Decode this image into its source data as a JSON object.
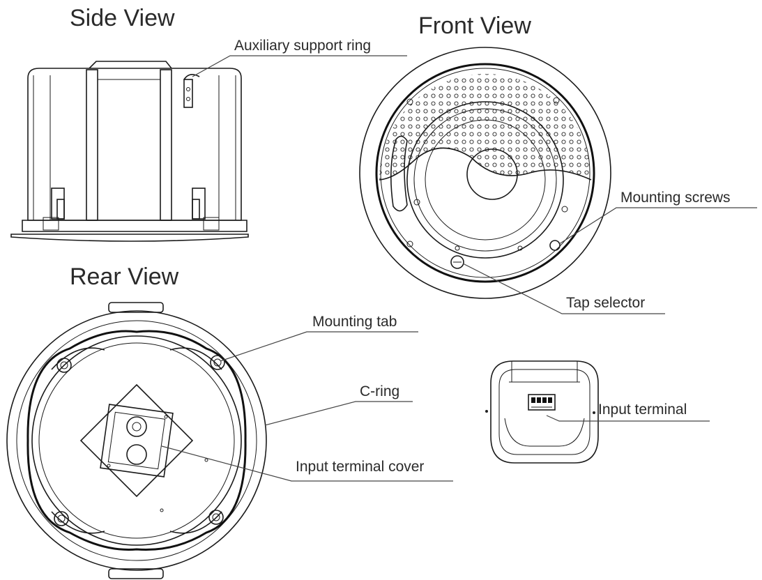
{
  "titles": {
    "side_view": "Side View",
    "front_view": "Front View",
    "rear_view": "Rear View"
  },
  "callouts": {
    "auxiliary_support_ring": "Auxiliary support ring",
    "mounting_screws": "Mounting screws",
    "tap_selector": "Tap selector",
    "mounting_tab": "Mounting tab",
    "c_ring": "C-ring",
    "input_terminal": "Input terminal",
    "input_terminal_cover": "Input terminal cover"
  }
}
